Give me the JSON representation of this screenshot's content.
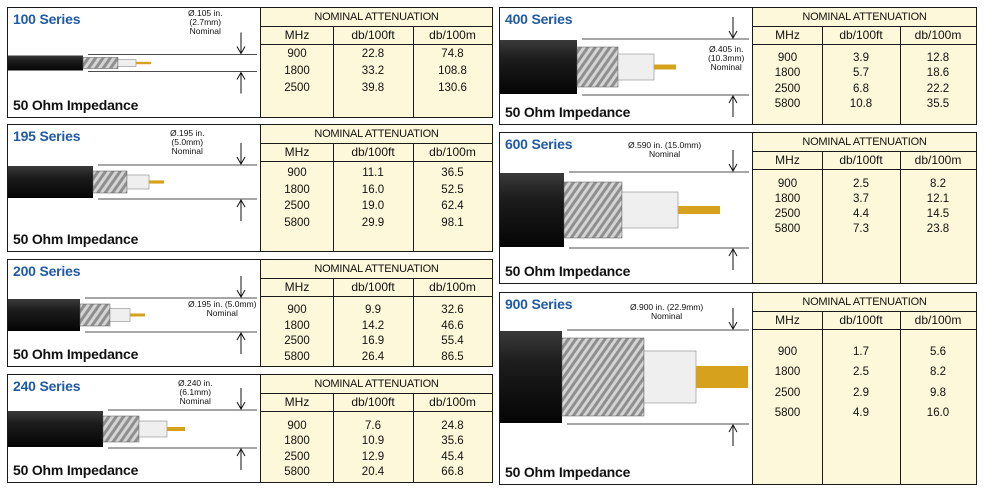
{
  "colors": {
    "title": "#1f5aa6",
    "table_bg": "#fdf8d9",
    "jacket": "#111111",
    "braid": "#9a9a9a",
    "conductor": "#d6a21e"
  },
  "table": {
    "header": "NOMINAL ATTENUATION",
    "columns": [
      "MHz",
      "db/100ft",
      "db/100m"
    ]
  },
  "impedance_label": "50 Ohm Impedance",
  "cards": [
    {
      "title": "100 Series",
      "diameter": [
        "Ø.105 in.",
        "(2.7mm)",
        "Nominal"
      ],
      "rows": [
        [
          "900",
          "22.8",
          "74.8"
        ],
        [
          "1800",
          "33.2",
          "108.8"
        ],
        [
          "2500",
          "39.8",
          "130.6"
        ]
      ]
    },
    {
      "title": "195 Series",
      "diameter": [
        "Ø.195 in.",
        "(5.0mm)",
        "Nominal"
      ],
      "rows": [
        [
          "900",
          "11.1",
          "36.5"
        ],
        [
          "1800",
          "16.0",
          "52.5"
        ],
        [
          "2500",
          "19.0",
          "62.4"
        ],
        [
          "5800",
          "29.9",
          "98.1"
        ]
      ]
    },
    {
      "title": "200 Series",
      "diameter": [
        "Ø.195 in. (5.0mm)",
        "Nominal"
      ],
      "rows": [
        [
          "900",
          "9.9",
          "32.6"
        ],
        [
          "1800",
          "14.2",
          "46.6"
        ],
        [
          "2500",
          "16.9",
          "55.4"
        ],
        [
          "5800",
          "26.4",
          "86.5"
        ]
      ]
    },
    {
      "title": "240 Series",
      "diameter": [
        "Ø.240 in.",
        "(6.1mm)",
        "Nominal"
      ],
      "rows": [
        [
          "900",
          "7.6",
          "24.8"
        ],
        [
          "1800",
          "10.9",
          "35.6"
        ],
        [
          "2500",
          "12.9",
          "45.4"
        ],
        [
          "5800",
          "20.4",
          "66.8"
        ]
      ]
    },
    {
      "title": "400 Series",
      "diameter": [
        "Ø.405 in.",
        "(10.3mm)",
        "Nominal"
      ],
      "rows": [
        [
          "900",
          "3.9",
          "12.8"
        ],
        [
          "1800",
          "5.7",
          "18.6"
        ],
        [
          "2500",
          "6.8",
          "22.2"
        ],
        [
          "5800",
          "10.8",
          "35.5"
        ]
      ]
    },
    {
      "title": "600 Series",
      "diameter": [
        "Ø.590 in. (15.0mm)",
        "Nominal"
      ],
      "rows": [
        [
          "900",
          "2.5",
          "8.2"
        ],
        [
          "1800",
          "3.7",
          "12.1"
        ],
        [
          "2500",
          "4.4",
          "14.5"
        ],
        [
          "5800",
          "7.3",
          "23.8"
        ]
      ]
    },
    {
      "title": "900 Series",
      "diameter": [
        "Ø.900 in. (22.9mm)",
        "Nominal"
      ],
      "rows": [
        [
          "900",
          "1.7",
          "5.6"
        ],
        [
          "1800",
          "2.5",
          "8.2"
        ],
        [
          "2500",
          "2.9",
          "9.8"
        ],
        [
          "5800",
          "4.9",
          "16.0"
        ]
      ]
    }
  ]
}
